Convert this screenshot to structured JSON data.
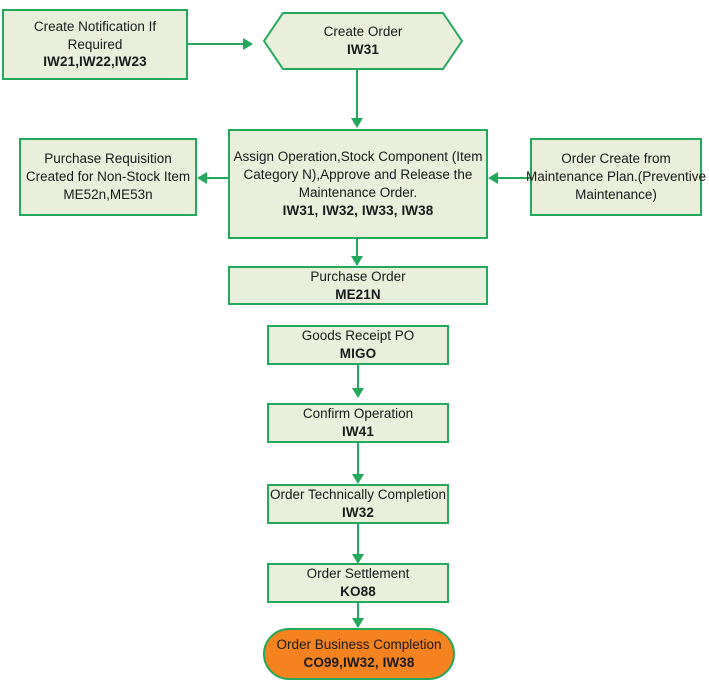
{
  "diagram": {
    "title": "SAP Plant Maintenance Order Process Flow",
    "background_color": "#ffffff",
    "node_fill": "#e9efda",
    "node_border": "#24a85c",
    "connector_color": "#24a85c",
    "terminator_fill": "#f4831f",
    "text_color": "#1a1a1a"
  },
  "nodes": [
    {
      "id": "create-notification",
      "shape": "rectangle",
      "lines": [
        "Create Notification If Required"
      ],
      "code": "IW21,IW22,IW23"
    },
    {
      "id": "create-order",
      "shape": "hexagon",
      "lines": [
        "Create Order"
      ],
      "code": "IW31"
    },
    {
      "id": "assign-operation",
      "shape": "rectangle",
      "lines": [
        "Assign Operation,Stock Component (Item Category N),Approve and Release the Maintenance Order."
      ],
      "code": "IW31, IW32, IW33, IW38"
    },
    {
      "id": "purchase-requisition",
      "shape": "rectangle",
      "lines": [
        "Purchase Requisition",
        "Created for Non-Stock Item",
        "ME52n,ME53n"
      ],
      "code": ""
    },
    {
      "id": "order-create-plan",
      "shape": "rectangle",
      "lines": [
        "Order Create from Maintenance Plan.(Preventive Maintenance)"
      ],
      "code": ""
    },
    {
      "id": "purchase-order",
      "shape": "rectangle",
      "lines": [
        "Purchase Order"
      ],
      "code": "ME21N"
    },
    {
      "id": "goods-receipt",
      "shape": "rectangle",
      "lines": [
        "Goods Receipt PO"
      ],
      "code": "MIGO"
    },
    {
      "id": "confirm-operation",
      "shape": "rectangle",
      "lines": [
        "Confirm Operation"
      ],
      "code": "IW41"
    },
    {
      "id": "technical-completion",
      "shape": "rectangle",
      "lines": [
        "Order Technically Completion"
      ],
      "code": "IW32"
    },
    {
      "id": "order-settlement",
      "shape": "rectangle",
      "lines": [
        "Order Settlement"
      ],
      "code": "KO88"
    },
    {
      "id": "business-completion",
      "shape": "stadium",
      "lines": [
        "Order Business Completion"
      ],
      "code": "CO99,IW32, IW38"
    }
  ],
  "labels": {
    "create_notification_title": "Create Notification If Required",
    "create_notification_code": "IW21,IW22,IW23",
    "create_order_title": "Create Order",
    "create_order_code": "IW31",
    "assign_operation_l1": "Assign Operation,Stock Component (Item",
    "assign_operation_l2": "Category N),Approve and Release the",
    "assign_operation_l3": "Maintenance Order.",
    "assign_operation_code": "IW31, IW32, IW33, IW38",
    "purchase_req_l1": "Purchase Requisition",
    "purchase_req_l2": "Created for Non-Stock Item",
    "purchase_req_l3": "ME52n,ME53n",
    "order_plan_l1": "Order Create from",
    "order_plan_l2": "Maintenance Plan.(Preventive",
    "order_plan_l3": "Maintenance)",
    "purchase_order_title": "Purchase Order",
    "purchase_order_code": "ME21N",
    "goods_receipt_title": "Goods Receipt PO",
    "goods_receipt_code": "MIGO",
    "confirm_operation_title": "Confirm Operation",
    "confirm_operation_code": "IW41",
    "tech_completion_title": "Order Technically Completion",
    "tech_completion_code": "IW32",
    "settlement_title": "Order Settlement",
    "settlement_code": "KO88",
    "business_completion_title": "Order Business Completion",
    "business_completion_code": "CO99,IW32, IW38"
  }
}
